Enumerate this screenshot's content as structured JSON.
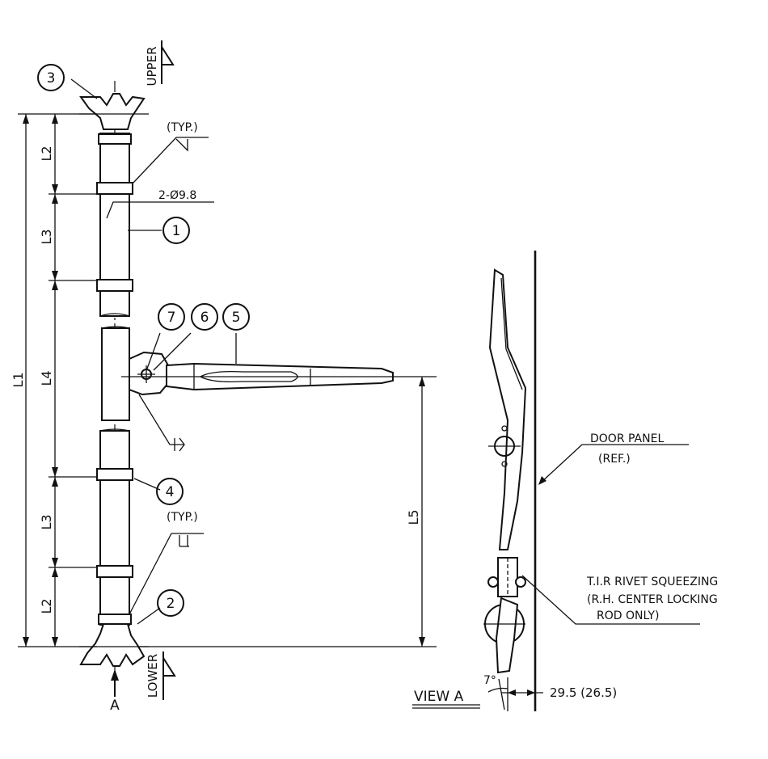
{
  "labels": {
    "upper": "UPPER",
    "lower": "LOWER",
    "view_arrow": "A",
    "typ_top": "(TYP.)",
    "typ_bottom": "(TYP.)",
    "hole_spec": "2-Ø9.8",
    "view_a": "VIEW A",
    "angle": "7°",
    "offset_dim": "29.5 (26.5)"
  },
  "dimensions": {
    "l1": "L1",
    "l2_top": "L2",
    "l3_top": "L3",
    "l4": "L4",
    "l3_bottom": "L3",
    "l2_bottom": "L2",
    "l5": "L5"
  },
  "balloons": [
    "1",
    "2",
    "3",
    "4",
    "5",
    "6",
    "7"
  ],
  "notes": {
    "door_panel_1": "DOOR PANEL",
    "door_panel_2": "(REF.)",
    "rivet_1": "T.I.R RIVET SQUEEZING",
    "rivet_2": "(R.H. CENTER LOCKING",
    "rivet_3": "ROD ONLY)"
  }
}
